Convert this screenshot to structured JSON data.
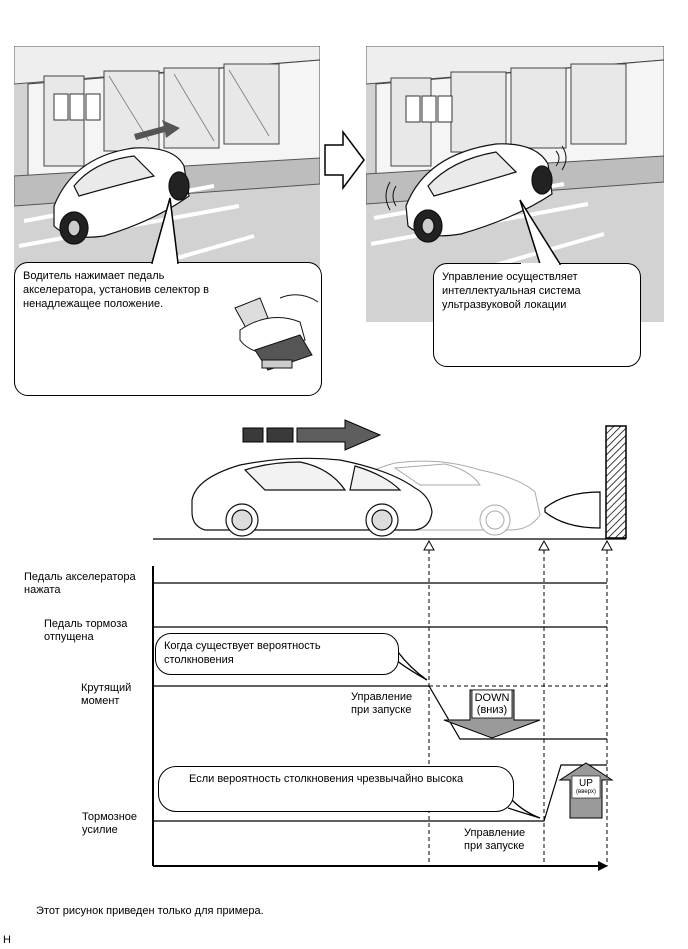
{
  "top_panels": {
    "left_callout": "Водитель нажимает педаль акселератора, установив селектор в ненадлежащее положение.",
    "right_callout": "Управление осуществляет интеллектуальная система ультразвуковой локации"
  },
  "timeline": {
    "accelerator_label": "Педаль акселератора нажата",
    "brake_pedal_label": "Педаль тормоза отпущена",
    "torque_label": "Крутящий момент",
    "brake_force_label": "Тормозное усилие",
    "callout_collision_possible": "Когда существует вероятность столкновения",
    "callout_collision_high": "Если вероятность столкновения чрезвычайно высока",
    "control_at_start_1": "Управление при запуске",
    "control_at_start_2": "Управление при запуске",
    "down_label": "DOWN",
    "down_sub": "(вниз)",
    "up_label": "UP",
    "up_sub": "(вверх)"
  },
  "footer": {
    "note": "Этот рисунок приведен только для примера.",
    "code": "H"
  },
  "colors": {
    "panel_bg": "#d2d2d2",
    "arrow_gray": "#8a8a8a",
    "hatch": "#000000"
  }
}
